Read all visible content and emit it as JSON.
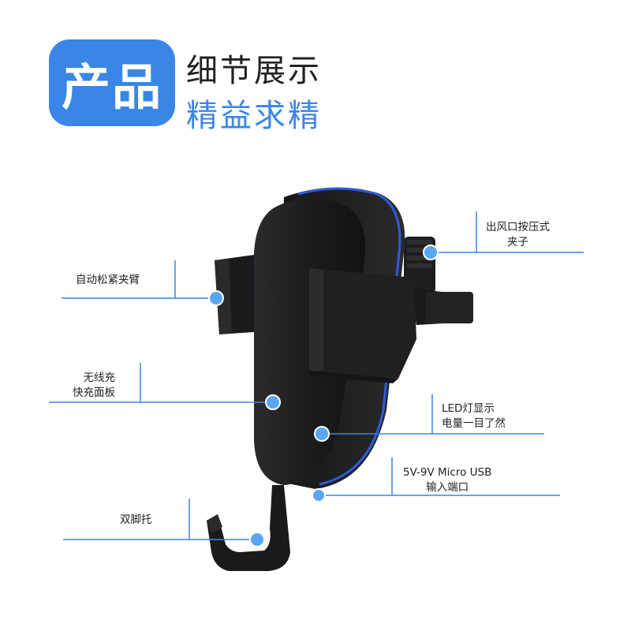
{
  "header": {
    "badge": "产品",
    "line1": "细节展示",
    "line2": "精益求精"
  },
  "callouts": {
    "vent_clip": [
      "出风口按压式",
      "夹子"
    ],
    "auto_arm": [
      "自动松紧夹臂"
    ],
    "wireless_panel": [
      "无线充",
      "快充面板"
    ],
    "led": [
      "LED灯显示",
      "电量一目了然"
    ],
    "usb": [
      "5V-9V Micro USB",
      "输入端口"
    ],
    "feet": [
      "双脚托"
    ]
  },
  "colors": {
    "accent": "#3a86e6",
    "device": "#1d1d1f",
    "device_edge": "#2a2a2d",
    "led_strip": "#2f5bd8",
    "dot": "#5aa6f0"
  }
}
